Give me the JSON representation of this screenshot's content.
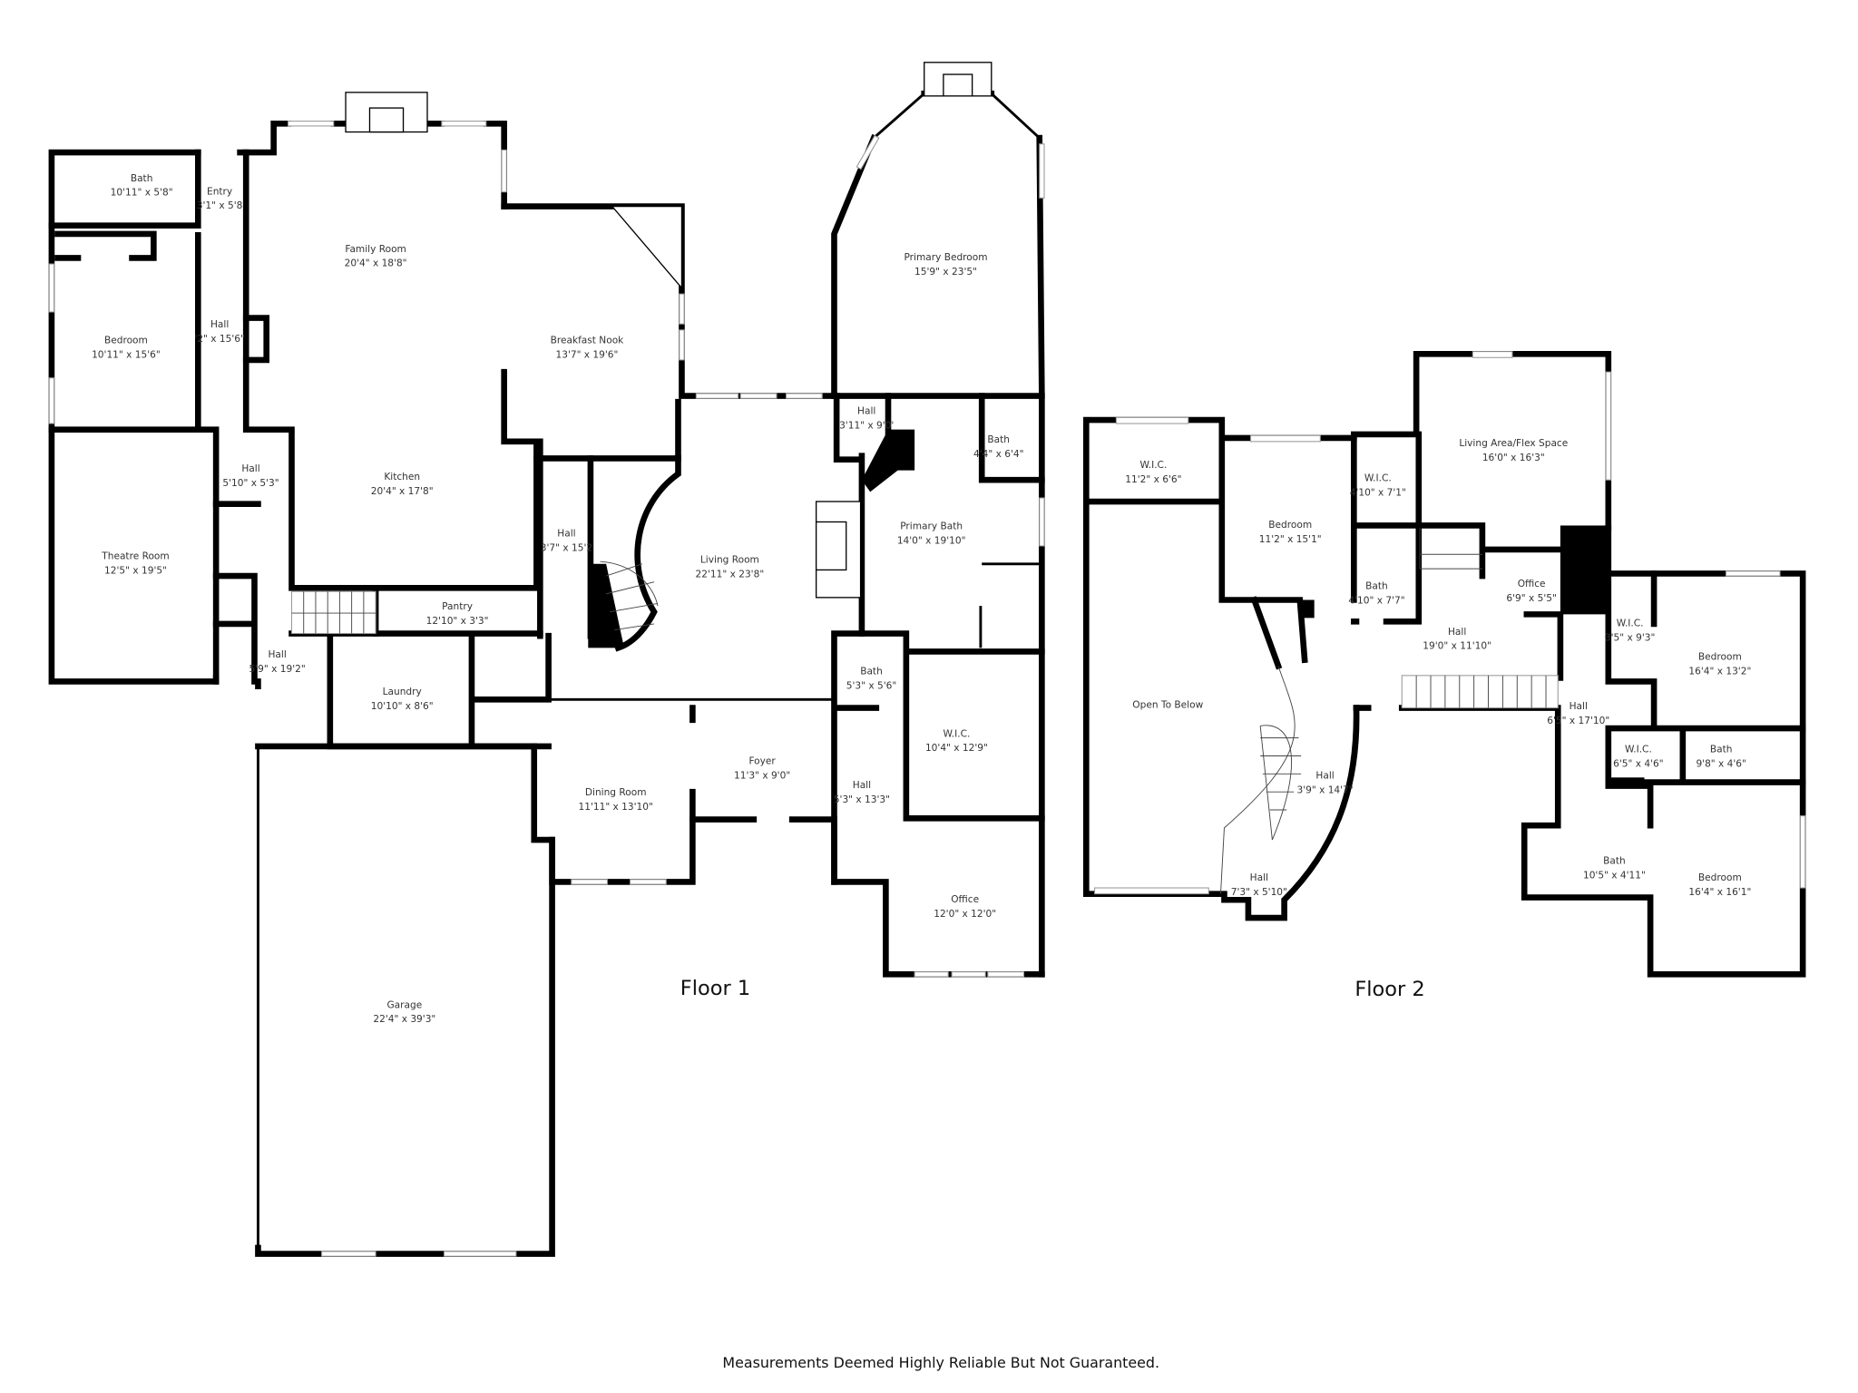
{
  "floors": [
    {
      "label": "Floor 1",
      "rooms": [
        {
          "name": "Bath",
          "size": "10'11\" x 5'8\""
        },
        {
          "name": "Entry",
          "size": "3'1\" x 5'8"
        },
        {
          "name": "Family Room",
          "size": "20'4\" x 18'8\""
        },
        {
          "name": "Bedroom",
          "size": "10'11\" x 15'6\""
        },
        {
          "name": "Hall",
          "size": "'2\" x 15'6\""
        },
        {
          "name": "Breakfast Nook",
          "size": "13'7\" x 19'6\""
        },
        {
          "name": "Primary Bedroom",
          "size": "15'9\" x 23'5\""
        },
        {
          "name": "Kitchen",
          "size": "20'4\" x 17'8\""
        },
        {
          "name": "Hall",
          "size": "5'10\" x 5'3\""
        },
        {
          "name": "Hall",
          "size": "3'11\" x 9'0'"
        },
        {
          "name": "Bath",
          "size": "4'4\" x 6'4\""
        },
        {
          "name": "Primary Bath",
          "size": "14'0\" x 19'10\""
        },
        {
          "name": "Hall",
          "size": "3'7\" x 15'2"
        },
        {
          "name": "Living Room",
          "size": "22'11\" x 23'8\""
        },
        {
          "name": "Theatre Room",
          "size": "12'5\" x 19'5\""
        },
        {
          "name": "Pantry",
          "size": "12'10\" x 3'3\""
        },
        {
          "name": "Hall",
          "size": "5'9\" x 19'2\""
        },
        {
          "name": "Bath",
          "size": "5'3\" x 5'6\""
        },
        {
          "name": "Laundry",
          "size": "10'10\" x 8'6\""
        },
        {
          "name": "W.I.C.",
          "size": "10'4\" x 12'9\""
        },
        {
          "name": "Foyer",
          "size": "11'3\" x 9'0\""
        },
        {
          "name": "Dining Room",
          "size": "11'11\" x 13'10\""
        },
        {
          "name": "Hall",
          "size": "5'3\" x 13'3\""
        },
        {
          "name": "Office",
          "size": "12'0\" x 12'0\""
        },
        {
          "name": "Garage",
          "size": "22'4\" x 39'3\""
        }
      ]
    },
    {
      "label": "Floor 2",
      "rooms": [
        {
          "name": "W.I.C.",
          "size": "11'2\" x 6'6\""
        },
        {
          "name": "Bedroom",
          "size": "11'2\" x 15'1\""
        },
        {
          "name": "W.I.C.",
          "size": "4'10\" x 7'1\""
        },
        {
          "name": "Living Area/Flex Space",
          "size": "16'0\" x 16'3\""
        },
        {
          "name": "Bath",
          "size": "4'10\" x 7'7\""
        },
        {
          "name": "Office",
          "size": "6'9\" x 5'5\""
        },
        {
          "name": "Hall",
          "size": "19'0\" x 11'10\""
        },
        {
          "name": "W.I.C.",
          "size": "3'5\" x 9'3\""
        },
        {
          "name": "Bedroom",
          "size": "16'4\" x 13'2\""
        },
        {
          "name": "Open To Below",
          "size": ""
        },
        {
          "name": "Hall",
          "size": "6'5\" x 17'10\""
        },
        {
          "name": "Hall",
          "size": "3'9\" x 14'7\""
        },
        {
          "name": "W.I.C.",
          "size": "6'5\" x 4'6\""
        },
        {
          "name": "Bath",
          "size": "9'8\" x 4'6\""
        },
        {
          "name": "Bath",
          "size": "10'5\" x 4'11\""
        },
        {
          "name": "Bedroom",
          "size": "16'4\" x 16'1\""
        },
        {
          "name": "Hall",
          "size": "7'3\" x 5'10\""
        }
      ]
    }
  ],
  "footer": "Measurements Deemed Highly Reliable But Not Guaranteed."
}
